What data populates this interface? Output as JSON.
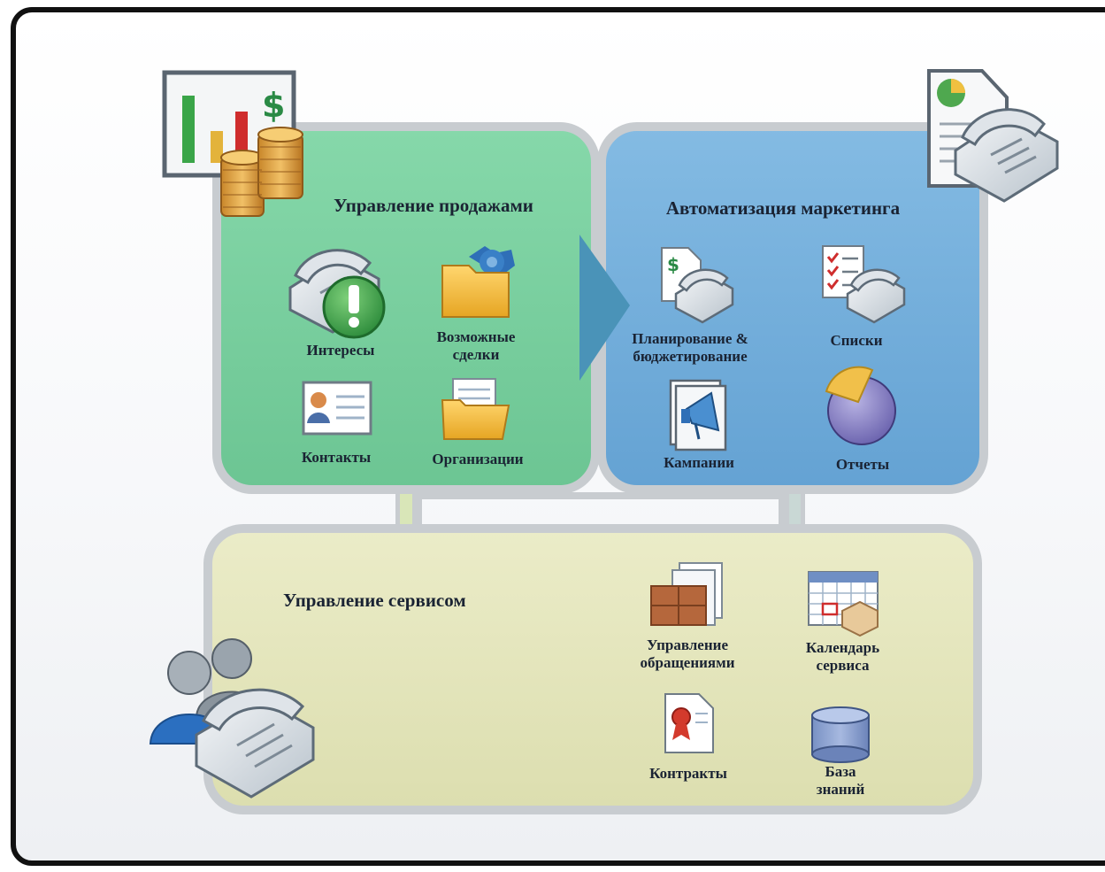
{
  "sales": {
    "title": "Управление продажами",
    "items": {
      "leads": "Интересы",
      "opportunities": "Возможные сделки",
      "contacts": "Контакты",
      "accounts": "Организации"
    }
  },
  "marketing": {
    "title": "Автоматизация маркетинга",
    "items": {
      "planning": "Планирование & бюджетирование",
      "lists": "Списки",
      "campaigns": "Кампании",
      "reports": "Отчеты"
    }
  },
  "service": {
    "title": "Управление сервисом",
    "items": {
      "cases": "Управление обращениями",
      "calendar": "Календарь сервиса",
      "contracts": "Контракты",
      "knowledge_base": "База знаний"
    }
  },
  "colors": {
    "sales_panel": "#79cf9f",
    "marketing_panel": "#73aedb",
    "service_panel": "#e4e5bc",
    "panel_border": "#c8ccd0",
    "label_text": "#1a2333"
  }
}
